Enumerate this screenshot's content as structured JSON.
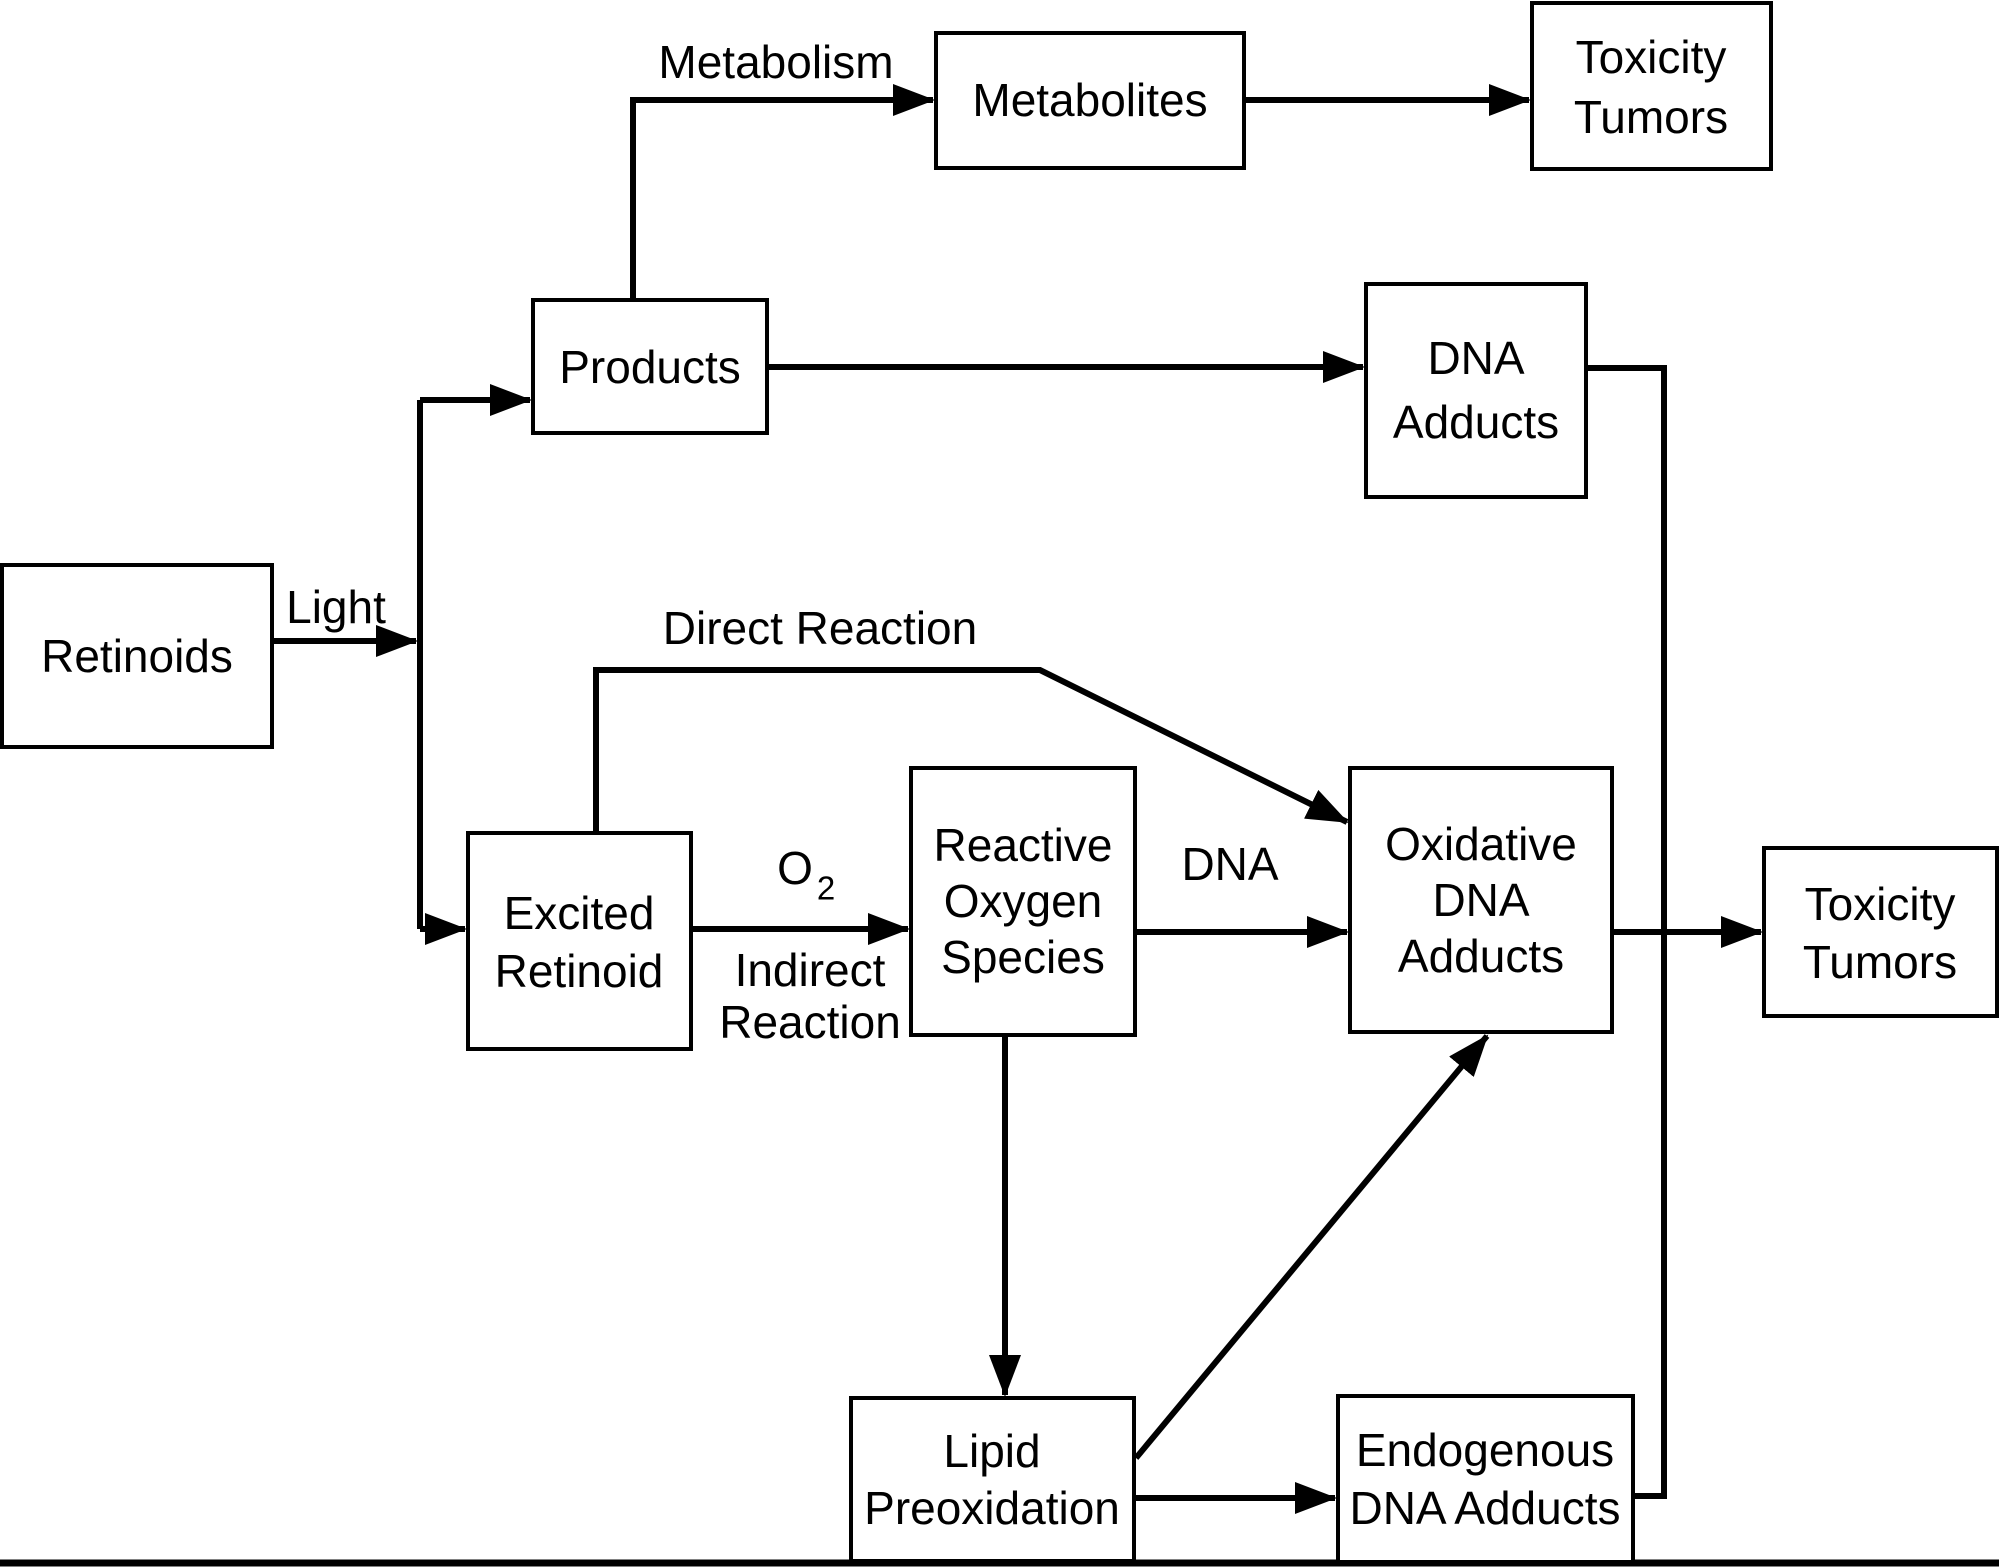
{
  "diagram": {
    "title_semantic": "Retinoid phototoxicity pathway flowchart",
    "background_color": "#ffffff",
    "line_color": "#000000",
    "boxes": {
      "retinoids": {
        "lines": [
          "Retinoids"
        ]
      },
      "products": {
        "lines": [
          "Products"
        ]
      },
      "metabolites": {
        "lines": [
          "Metabolites"
        ]
      },
      "toxicity_top": {
        "lines": [
          "Toxicity",
          "Tumors"
        ]
      },
      "dna_adducts": {
        "lines": [
          "DNA",
          "Adducts"
        ]
      },
      "excited_retinoid": {
        "lines": [
          "Excited",
          "Retinoid"
        ]
      },
      "reactive_oxygen_species": {
        "lines": [
          "Reactive",
          "Oxygen",
          "Species"
        ]
      },
      "oxidative_dna_adducts": {
        "lines": [
          "Oxidative",
          "DNA",
          "Adducts"
        ]
      },
      "toxicity_right": {
        "lines": [
          "Toxicity",
          "Tumors"
        ]
      },
      "lipid_preoxidation": {
        "lines": [
          "Lipid",
          "Preoxidation"
        ]
      },
      "endogenous_dna_adducts": {
        "lines": [
          "Endogenous",
          "DNA Adducts"
        ]
      }
    },
    "edge_labels": {
      "light": "Light",
      "metabolism": "Metabolism",
      "direct_reaction": "Direct Reaction",
      "o2_main": "O",
      "o2_sub": "2",
      "indirect_line1": "Indirect",
      "indirect_line2": "Reaction",
      "dna": "DNA"
    },
    "connections": [
      {
        "from": "Retinoids",
        "to": "Products",
        "label": "Light"
      },
      {
        "from": "Retinoids",
        "to": "Excited Retinoid",
        "label": "Light"
      },
      {
        "from": "Products",
        "to": "Metabolites",
        "label": "Metabolism"
      },
      {
        "from": "Metabolites",
        "to": "Toxicity Tumors (top)",
        "label": ""
      },
      {
        "from": "Products",
        "to": "DNA Adducts",
        "label": ""
      },
      {
        "from": "DNA Adducts",
        "to": "Toxicity Tumors (right)",
        "label": ""
      },
      {
        "from": "Excited Retinoid",
        "to": "Oxidative DNA Adducts",
        "label": "Direct Reaction"
      },
      {
        "from": "Excited Retinoid",
        "to": "Reactive Oxygen Species",
        "label": "O2 / Indirect Reaction"
      },
      {
        "from": "Reactive Oxygen Species",
        "to": "Oxidative DNA Adducts",
        "label": "DNA"
      },
      {
        "from": "Reactive Oxygen Species",
        "to": "Lipid Preoxidation",
        "label": ""
      },
      {
        "from": "Lipid Preoxidation",
        "to": "Oxidative DNA Adducts",
        "label": ""
      },
      {
        "from": "Lipid Preoxidation",
        "to": "Endogenous DNA Adducts",
        "label": ""
      },
      {
        "from": "Endogenous DNA Adducts",
        "to": "Toxicity Tumors (right)",
        "label": ""
      },
      {
        "from": "Oxidative DNA Adducts",
        "to": "Toxicity Tumors (right)",
        "label": ""
      }
    ]
  }
}
